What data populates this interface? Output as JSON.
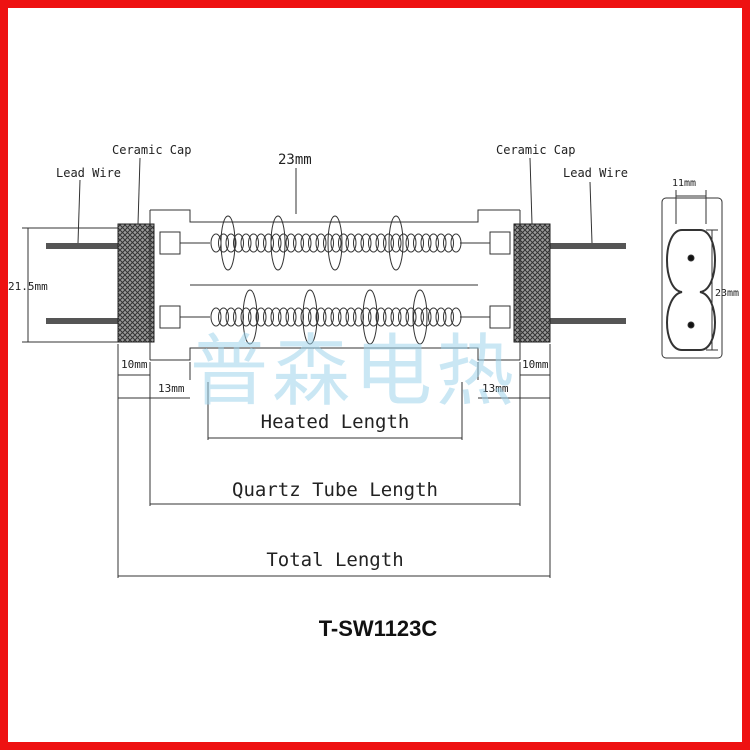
{
  "labels": {
    "ceramic_cap_left": "Ceramic Cap",
    "ceramic_cap_right": "Ceramic Cap",
    "lead_wire_left": "Lead Wire",
    "lead_wire_right": "Lead Wire",
    "tube_width": "23mm",
    "height_left": "21.5mm",
    "cap_len_left": "10mm",
    "cap_len_right": "10mm",
    "end_len_left": "13mm",
    "end_len_right": "13mm",
    "heated_length": "Heated Length",
    "quartz_tube_length": "Quartz Tube Length",
    "total_length": "Total Length",
    "cross_width": "11mm",
    "cross_height": "23mm"
  },
  "model": "T-SW1123C",
  "watermark": "普森电热",
  "colors": {
    "frame": "#ee1111",
    "line": "#333333",
    "watermark": "#9fd4ec"
  }
}
